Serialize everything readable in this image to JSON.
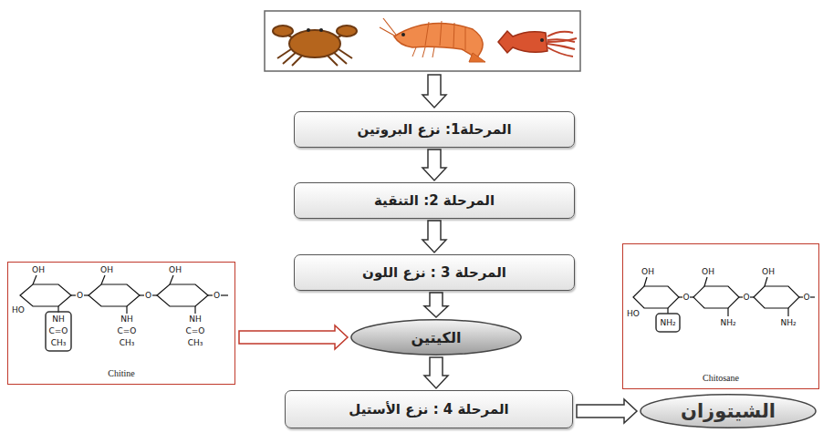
{
  "diagram": {
    "nodes": [
      {
        "text": [
          "المرحلة1: نزع البروتين"
        ]
      },
      {
        "text": [
          "المرحلة 2: التنقية"
        ]
      },
      {
        "text": [
          "المرحلة 3 : نزع اللون"
        ]
      },
      {
        "text": [
          "الكيتين"
        ]
      },
      {
        "text": [
          "المرحلة 4 : نزع الأستيل"
        ]
      },
      {
        "text": [
          "الشيتوزان"
        ]
      },
      {
        "text": [
          "Chitine"
        ]
      },
      {
        "text": [
          "Chitosane"
        ]
      }
    ],
    "edges": [
      {
        "from": 0,
        "to": 1,
        "arrow": "to"
      },
      {
        "from": 1,
        "to": 2,
        "arrow": "to"
      },
      {
        "from": 2,
        "to": 3,
        "arrow": "to"
      },
      {
        "from": 3,
        "to": 4,
        "arrow": "to"
      },
      {
        "from": 4,
        "to": 5,
        "arrow": "to"
      },
      {
        "from": 6,
        "to": 3,
        "arrow": "to"
      }
    ],
    "labels": [
      "OH",
      "NH",
      "C=O",
      "CH₃",
      "O",
      "OH",
      "NH",
      "C=O",
      "CH₃",
      "O",
      "OH",
      "NH",
      "C=O",
      "CH₃",
      "O",
      "HO",
      "OH",
      "NH₂",
      "O",
      "OH",
      "NH₂",
      "O",
      "OH",
      "NH₂",
      "O",
      "HO"
    ]
  }
}
